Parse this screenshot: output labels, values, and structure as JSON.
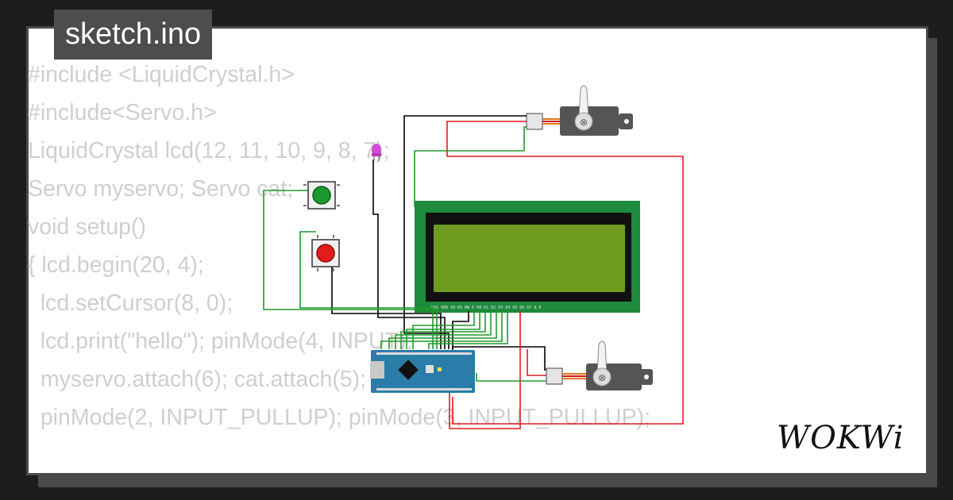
{
  "title": "sketch.ino",
  "code_lines": [
    "#include <LiquidCrystal.h>",
    "#include<Servo.h>",
    "LiquidCrystal lcd(12, 11, 10, 9, 8, 7);",
    "Servo myservo; Servo cat;",
    "void setup()",
    "{ lcd.begin(20, 4);",
    "  lcd.setCursor(8, 0);",
    "  lcd.print(\"hello\"); pinMode(4, INPUT);",
    "  myservo.attach(6); cat.attach(5);",
    "  pinMode(2, INPUT_PULLUP); pinMode(3, INPUT_PULLUP);"
  ],
  "logo_text": "WOKWi",
  "lcd_pin_labels": "VSS VDD V0 RS RW E  D0 D1 D2 D3 D4 D5 D6 D7 A  K",
  "colors": {
    "background": "#1d1d1d",
    "card": "#ffffff",
    "tab": "#4d4d4d",
    "code_text": "#cfcfcf",
    "lcd_board": "#1e8a3c",
    "lcd_screen": "#6f9b1f",
    "arduino": "#2a7da8",
    "wire_black": "#000000",
    "wire_red": "#e11b1b",
    "wire_green": "#1f9a2a",
    "button_green": "#1a9a2c",
    "button_red": "#e21c1c",
    "led": "#d44ad8"
  },
  "icons": [
    "servo-icon",
    "pushbutton-icon",
    "led-icon",
    "lcd-display-icon",
    "arduino-nano-icon"
  ]
}
